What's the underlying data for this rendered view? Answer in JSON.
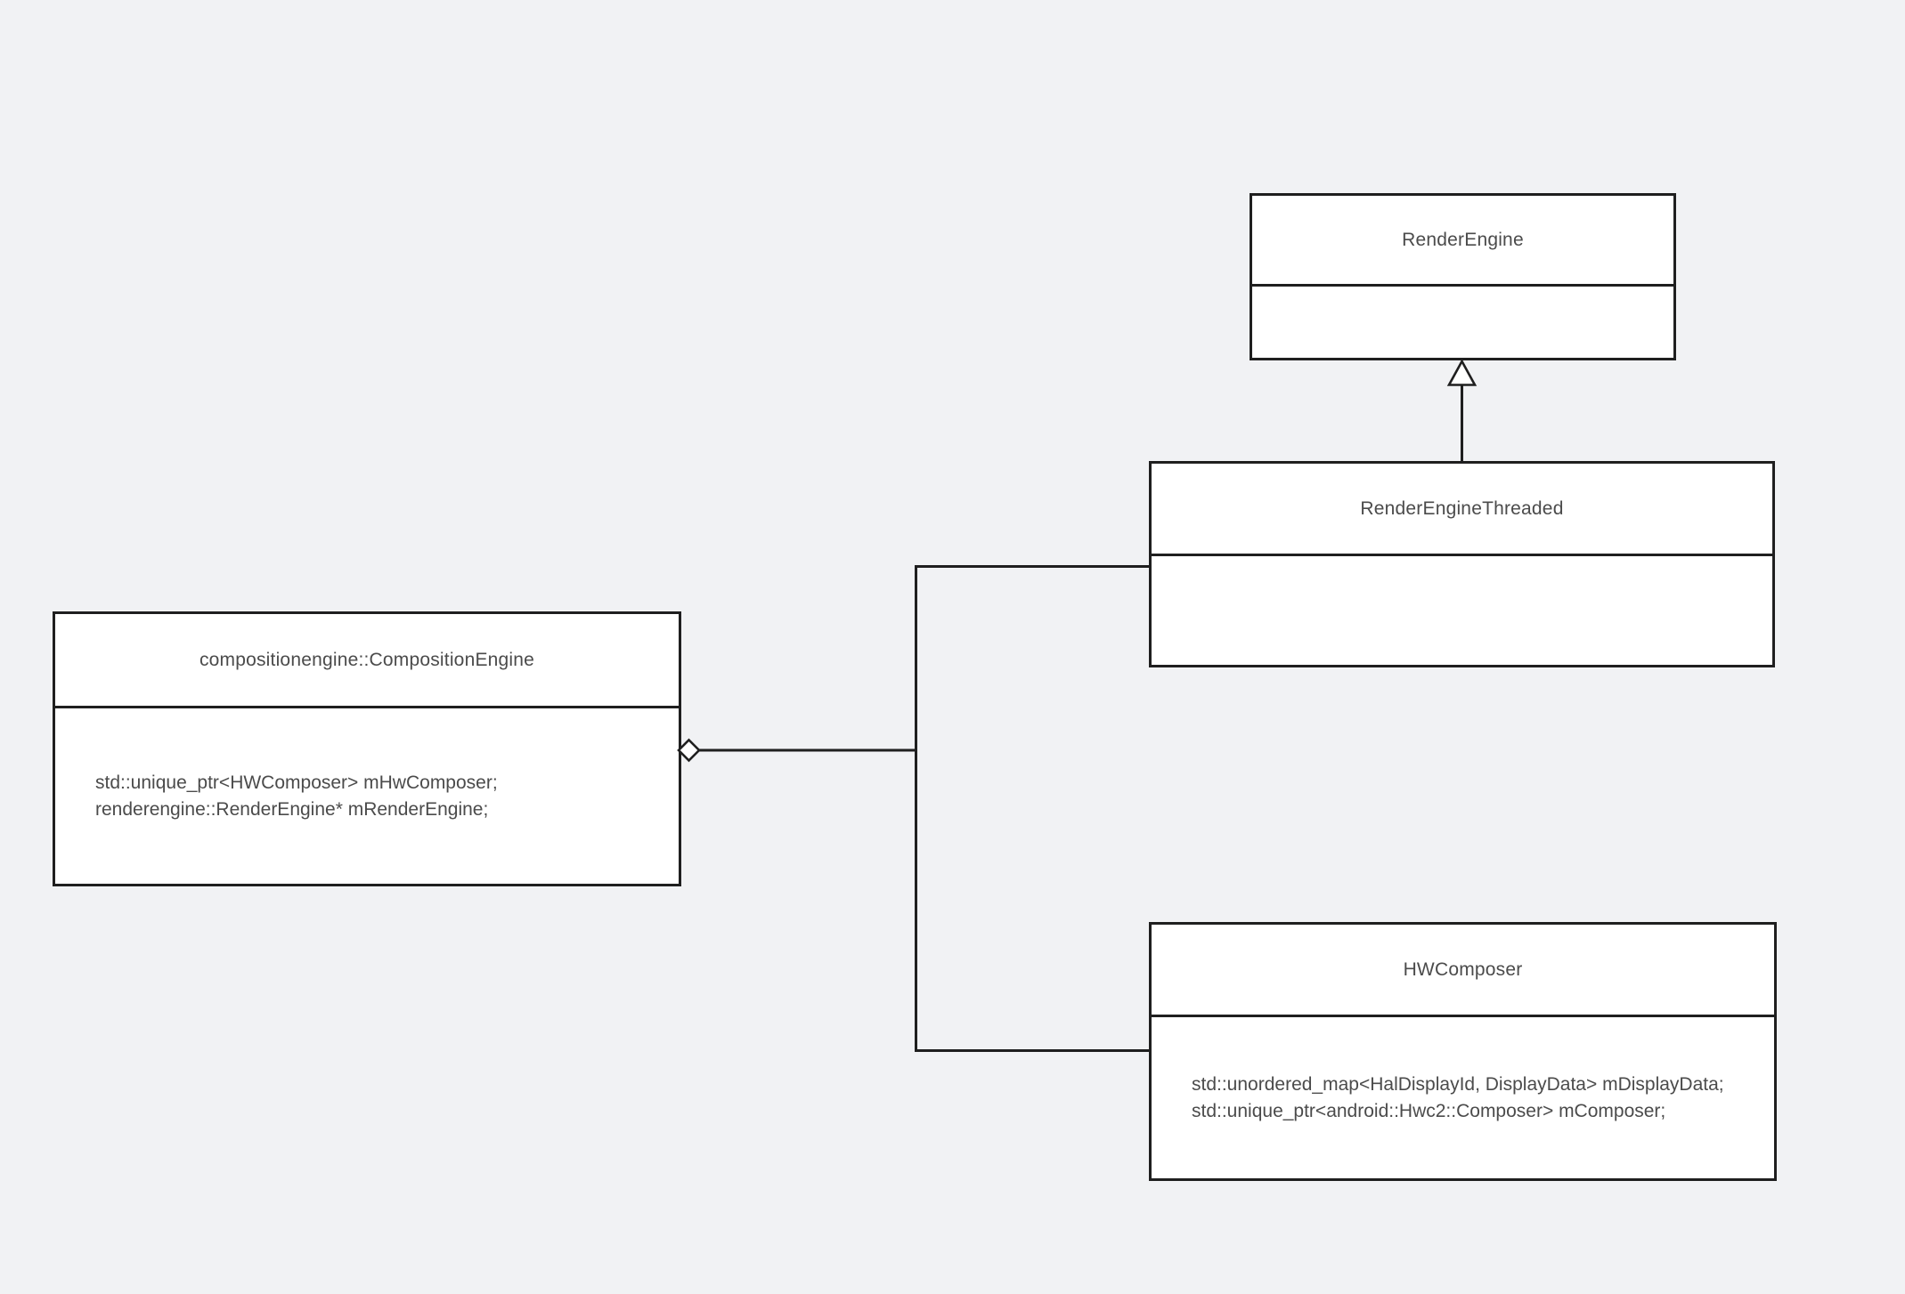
{
  "canvas": {
    "background_color": "#f1f2f4",
    "line_color": "#1f1f1f",
    "box_fill_color": "#ffffff",
    "text_color": "#4b4b4b"
  },
  "diagram": {
    "type": "uml-class-diagram",
    "classes": [
      {
        "id": "render-engine",
        "title": "RenderEngine",
        "members": []
      },
      {
        "id": "render-engine-threaded",
        "title": "RenderEngineThreaded",
        "members": []
      },
      {
        "id": "composition-engine",
        "title": "compositionengine::CompositionEngine",
        "members": [
          "std::unique_ptr<HWComposer> mHwComposer;",
          "renderengine::RenderEngine* mRenderEngine;"
        ]
      },
      {
        "id": "hw-composer",
        "title": "HWComposer",
        "members": [
          "std::unordered_map<HalDisplayId, DisplayData> mDisplayData;",
          "std::unique_ptr<android::Hwc2::Composer> mComposer;"
        ]
      }
    ],
    "relationships": [
      {
        "type": "inheritance",
        "from": "RenderEngineThreaded",
        "to": "RenderEngine"
      },
      {
        "type": "aggregation",
        "from": "compositionengine::CompositionEngine",
        "to": "RenderEngineThreaded"
      },
      {
        "type": "aggregation",
        "from": "compositionengine::CompositionEngine",
        "to": "HWComposer"
      }
    ]
  }
}
